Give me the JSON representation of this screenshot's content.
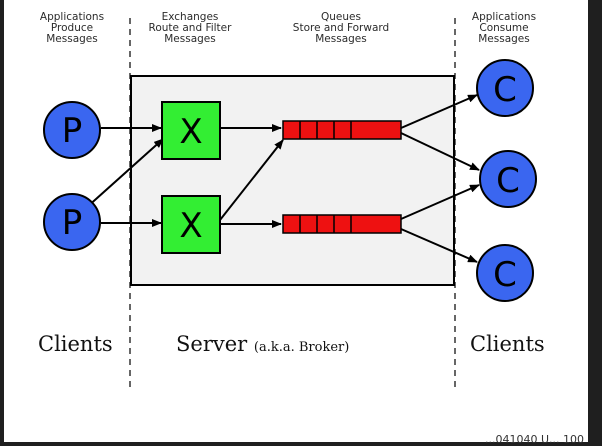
{
  "headers": {
    "producers": [
      "Applications",
      "Produce",
      "Messages"
    ],
    "exchanges": [
      "Exchanges",
      "Route and Filter",
      "Messages"
    ],
    "queues": [
      "Queues",
      "Store and Forward",
      "Messages"
    ],
    "consumers": [
      "Applications",
      "Consume",
      "Messages"
    ]
  },
  "labels": {
    "clients_left": "Clients",
    "server": "Server",
    "server_note": "(a.k.a. Broker)",
    "clients_right": "Clients"
  },
  "nodes": {
    "producer_letter": "P",
    "exchange_letter": "X",
    "consumer_letter": "C"
  },
  "colors": {
    "producer": "#3a66f0",
    "exchange": "#33ee33",
    "queue": "#ee1111",
    "consumer": "#3a66f0",
    "server_box": "#f2f2f2"
  },
  "footer": "...041040 U... 100"
}
